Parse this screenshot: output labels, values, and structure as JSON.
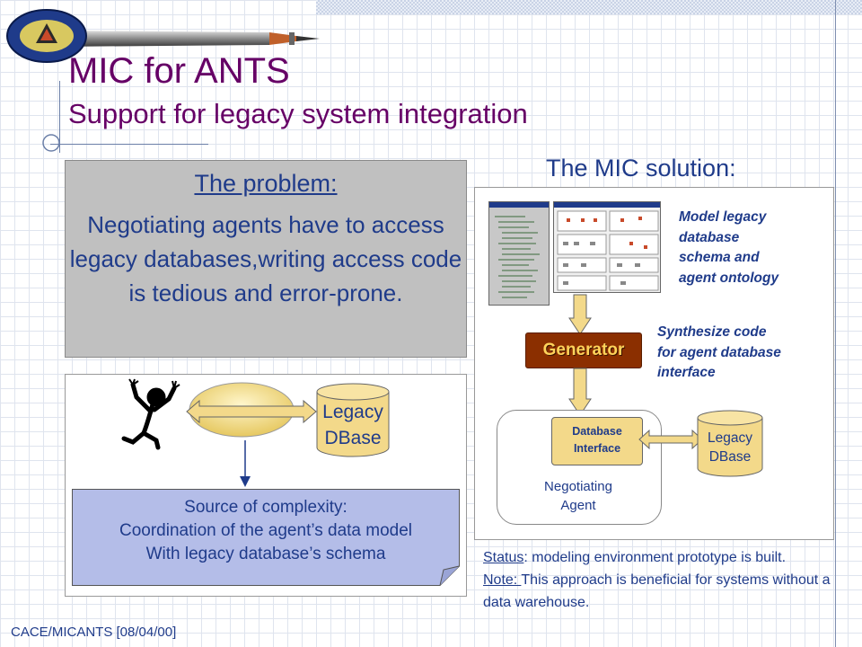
{
  "slide": {
    "title": "MIC for ANTS",
    "subtitle": "Support for legacy system integration",
    "footer": "CACE/MICANTS [08/04/00]"
  },
  "problem": {
    "heading": "The problem:",
    "body": "Negotiating agents have to access legacy databases,writing access code is tedious and error-prone."
  },
  "left_diagram": {
    "cylinder_line1": "Legacy",
    "cylinder_line2": "DBase",
    "note_line1": "Source of complexity:",
    "note_line2": "Coordination of the agent’s data model",
    "note_line3": "With legacy database’s schema"
  },
  "solution": {
    "heading": "The MIC solution:",
    "model_note": [
      "Model legacy",
      "database",
      "schema and",
      "agent ontology"
    ],
    "synth_note": [
      "Synthesize code",
      "for agent database",
      "interface"
    ],
    "generator_label": "Generator",
    "db_interface_line1": "Database",
    "db_interface_line2": "Interface",
    "cylinder_line1": "Legacy",
    "cylinder_line2": "DBase",
    "agent_line1": "Negotiating",
    "agent_line2": "Agent"
  },
  "status": {
    "status_label": "Status",
    "status_text": ": modeling environment prototype is built.",
    "note_label": "Note: ",
    "note_text": "This approach is beneficial for systems without a data warehouse."
  },
  "colors": {
    "title": "#660066",
    "text": "#1f3b8a",
    "problem_box": "#c0c0c0",
    "note_fill": "#b4bde8",
    "cylinder_fill": "#f3d98a",
    "generator_fill": "#8b2f00",
    "generator_text": "#ffd35a"
  },
  "icons": [
    "pen-icon",
    "logo-icon",
    "crosshair-icon",
    "stick-figure-icon",
    "double-arrow-icon",
    "down-arrow-icon"
  ]
}
